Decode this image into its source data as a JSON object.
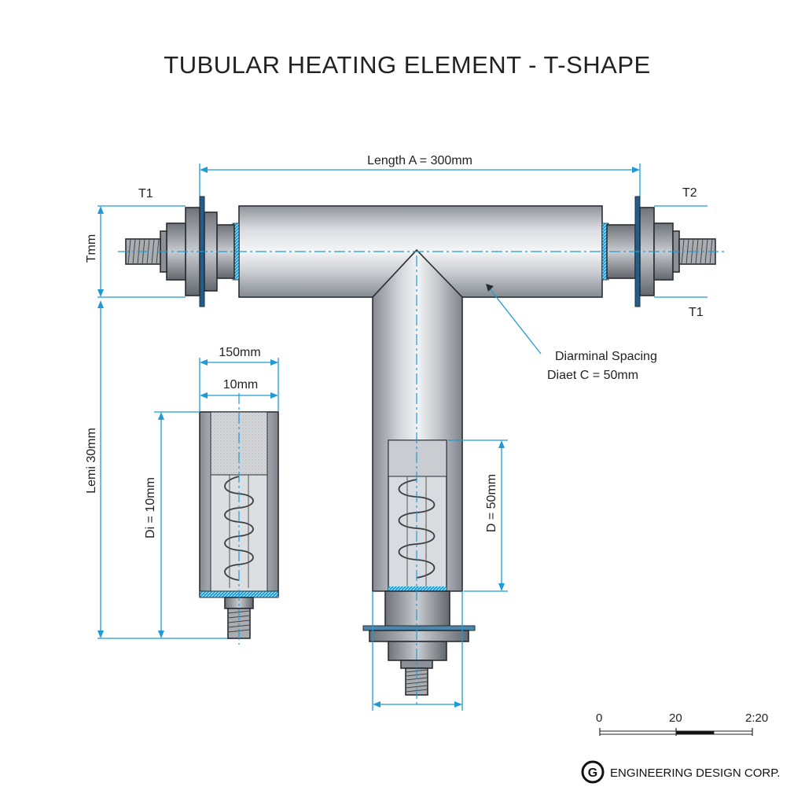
{
  "title": "TUBULAR HEATING ELEMENT - T-SHAPE",
  "labels": {
    "length_a": "Length A = 300mm",
    "t1_top": "T1",
    "t2": "T2",
    "t1_right": "T1",
    "tmm": "Tmm",
    "length_left": "Lemi 30mm",
    "width_150": "150mm",
    "width_10": "10mm",
    "di": "Di = 10mm",
    "d_50": "D = 50mm",
    "spacing_line1": "Diarminal Spacing",
    "spacing_line2": "Diaet C = 50mm"
  },
  "scale_bar": {
    "tick_0": "0",
    "tick_20": "20",
    "tick_end": "2:20"
  },
  "brand": {
    "logo_glyph": "G",
    "name": "ENGINEERING DESIGN CORP."
  },
  "colors": {
    "dimension": "#1e9bd7",
    "metal": "#b9bdc3",
    "outline": "#2a2d33"
  }
}
